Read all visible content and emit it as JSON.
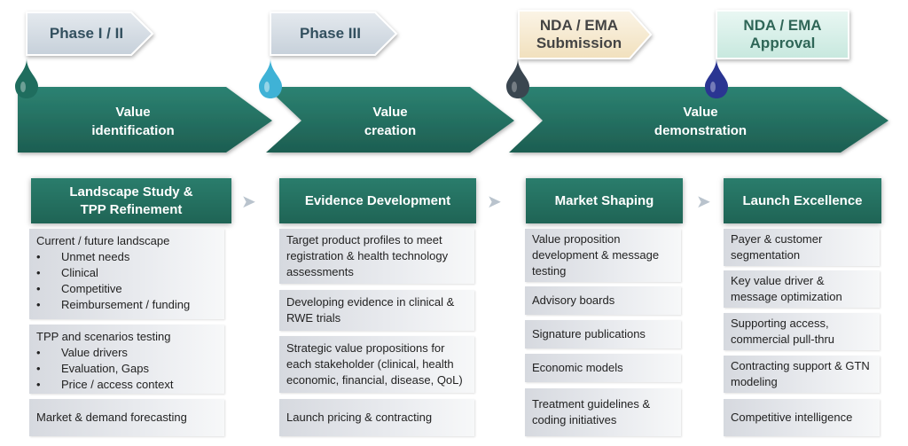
{
  "phases": [
    {
      "label": "Phase I / II",
      "style": "grey"
    },
    {
      "label": "Phase III",
      "style": "grey"
    },
    {
      "label": "NDA / EMA\nSubmission",
      "style": "cream"
    },
    {
      "label": "NDA / EMA\nApproval",
      "style": "mint"
    }
  ],
  "arrows": [
    {
      "label": "Value\nidentification"
    },
    {
      "label": "Value\ncreation"
    },
    {
      "label": "Value\ndemonstration"
    }
  ],
  "drops": [
    {
      "color": "#1f6d5e"
    },
    {
      "color": "#3fb2d6"
    },
    {
      "color": "#3a4650"
    },
    {
      "color": "#2a3592"
    }
  ],
  "chevron_symbol": "➤",
  "columns": [
    {
      "header": "Landscape Study &\nTPP Refinement",
      "cards": [
        {
          "title": "Current / future landscape",
          "bullets": [
            "Unmet needs",
            "Clinical",
            "Competitive",
            "Reimbursement / funding"
          ]
        },
        {
          "title": "TPP and scenarios testing",
          "bullets": [
            "Value drivers",
            "Evaluation, Gaps",
            "Price / access context"
          ]
        },
        {
          "title": "Market & demand forecasting",
          "bullets": []
        }
      ]
    },
    {
      "header": "Evidence  Development",
      "cards": [
        {
          "title": "Target product profiles to meet registration & health technology assessments",
          "bullets": []
        },
        {
          "title": "Developing evidence in clinical & RWE trials",
          "bullets": []
        },
        {
          "title": "Strategic value propositions for each stakeholder (clinical, health economic, financial, disease, QoL)",
          "bullets": []
        },
        {
          "title": "Launch pricing & contracting",
          "bullets": []
        }
      ]
    },
    {
      "header": "Market Shaping",
      "cards": [
        {
          "title": "Value proposition development & message testing",
          "bullets": []
        },
        {
          "title": "Advisory boards",
          "bullets": []
        },
        {
          "title": "Signature publications",
          "bullets": []
        },
        {
          "title": "Economic models",
          "bullets": []
        },
        {
          "title": "Treatment guidelines & coding initiatives",
          "bullets": []
        }
      ]
    },
    {
      "header": "Launch Excellence",
      "cards": [
        {
          "title": "Payer & customer segmentation",
          "bullets": []
        },
        {
          "title": "Key value driver & message optimization",
          "bullets": []
        },
        {
          "title": "Supporting access, commercial pull-thru",
          "bullets": []
        },
        {
          "title": "Contracting support & GTN modeling",
          "bullets": []
        },
        {
          "title": "Competitive intelligence",
          "bullets": []
        }
      ]
    }
  ]
}
